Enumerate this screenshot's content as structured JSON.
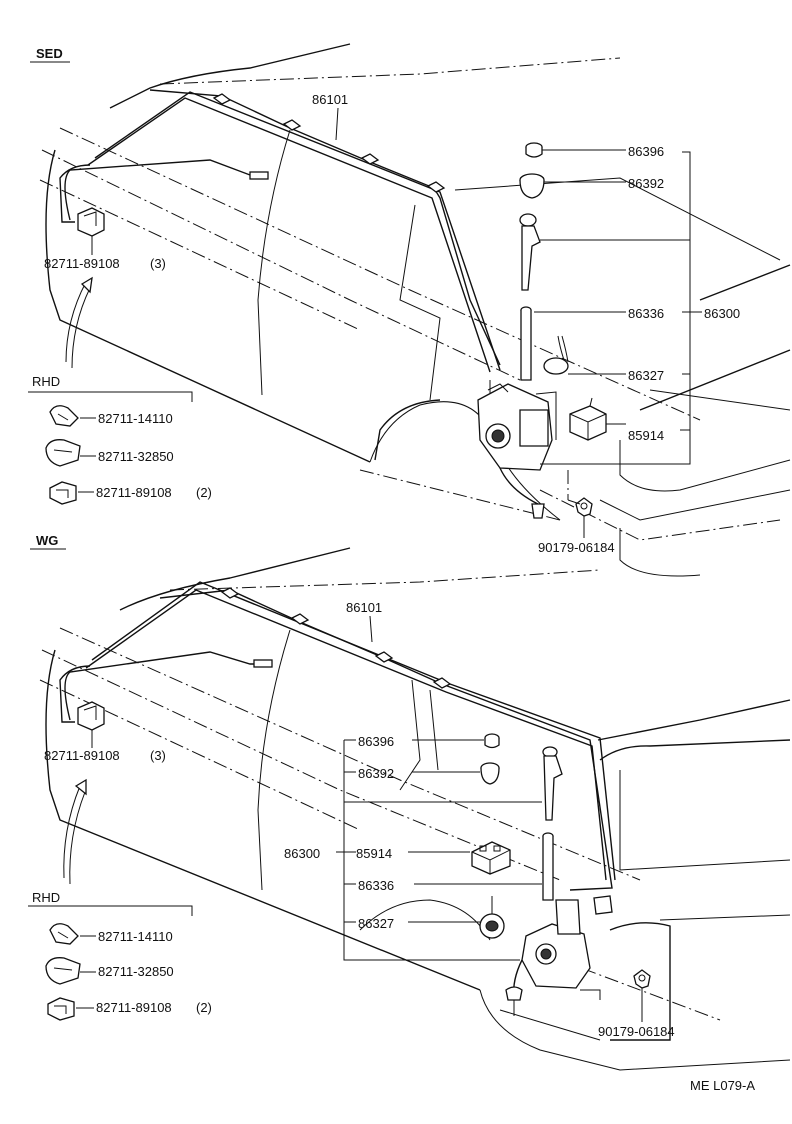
{
  "sections": {
    "sed": {
      "title": "SED"
    },
    "wg": {
      "title": "WG"
    }
  },
  "rhd_label": "RHD",
  "parts": {
    "cord": "86101",
    "cap": "86396",
    "bezel": "86392",
    "antenna_assy": "86300",
    "mast": "86336",
    "motor_cover": "86327",
    "relay": "85914",
    "nut": "90179-06184",
    "clamp_3": "82711-89108",
    "clamp_3_qty": "(3)",
    "clamp_a": "82711-14110",
    "clamp_b": "82711-32850",
    "clamp_2": "82711-89108",
    "clamp_2_qty": "(2)"
  },
  "diagram_code": "ME L079-A",
  "colors": {
    "ink": "#111111",
    "paper": "#ffffff"
  }
}
